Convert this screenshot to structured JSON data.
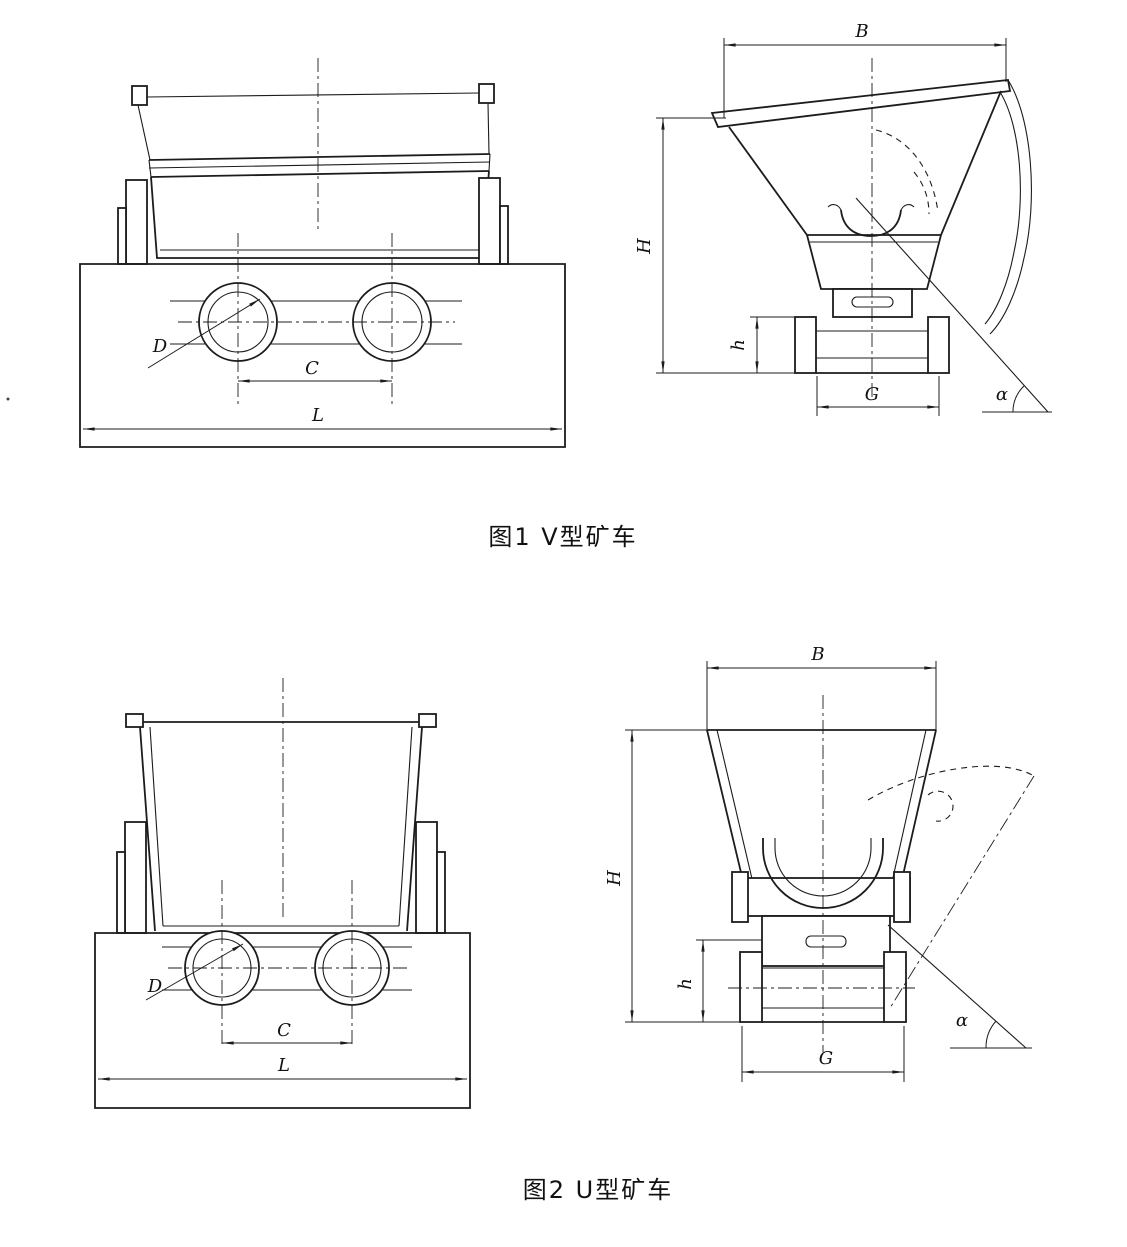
{
  "document": {
    "ink_color": "#1c1c1c",
    "paper_color": "#ffffff"
  },
  "dims": {
    "B": "B",
    "H": "H",
    "h": "h",
    "G": "G",
    "alpha": "α",
    "D": "D",
    "C": "C",
    "L": "L"
  },
  "figure1": {
    "caption": "图1 V型矿车"
  },
  "figure2": {
    "caption": "图2 U型矿车"
  }
}
